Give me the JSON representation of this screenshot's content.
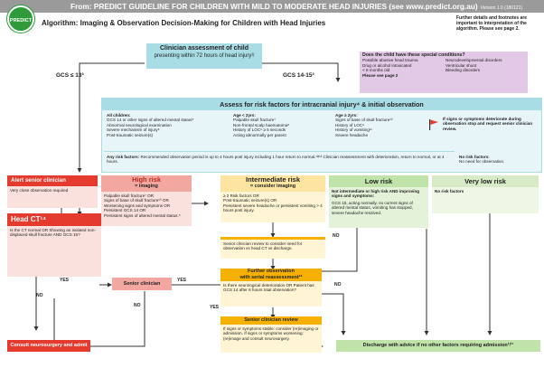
{
  "header": {
    "text": "From: PREDICT GUIDELINE FOR CHILDREN WITH MILD TO MODERATE HEAD INJURIES (see www.predict.org.au)",
    "version": "Version 1.0 (180121)"
  },
  "logo": {
    "text": "PREDICT"
  },
  "title": "Algorithm: Imaging & Observation Decision-Making for Children with Head Injuries",
  "note": "Further details and footnotes are important to interpretation of the algorithm. Please see page 2.",
  "clinician": {
    "l1": "Clinician assessment of child",
    "l2": "presenting within 72 hours of head injury¹ʲ"
  },
  "special": {
    "title": "Does the child have these special conditions?",
    "c1": [
      "Possible abusive head trauma",
      "Drug or alcohol intoxicated",
      "< 6 months old"
    ],
    "c2": [
      "Neurodevelopmental disorders",
      "Ventricular shunt",
      "Bleeding disorders"
    ],
    "see": "Please see page 2"
  },
  "gcs_low": "GCS ≤ 13³",
  "gcs_high": "GCS 14-15³",
  "assess": {
    "title": "Assess for risk factors for intracranial injury⁴ & initial observation",
    "all_title": "All children:",
    "all": [
      "GCS 14 or other signs of altered mental status⁵",
      "Abnormal neurological examination",
      "Severe mechanism of injury⁶",
      "Post-traumatic seizure(s)"
    ],
    "lt2_title": "Age < 2yrs:",
    "lt2": [
      "Palpable skull fracture⁷",
      "Non-frontal scalp haematoma⁸",
      "History of LOC⁹ ≥ 5 seconds",
      "Acting abnormally per parent"
    ],
    "ge2_title": "Age ≥ 2yrs:",
    "ge2": [
      "Signs of base of skull fracture¹⁰",
      "History of LOC⁹",
      "History of vomiting¹¹",
      "Severe headache"
    ],
    "flag": "If signs or symptoms deteriorate during observation stop and request senior clinician review.",
    "any_title": "Any risk factors:",
    "any": "Recommended observation period is up to 4 hours post injury including 1 hour return to normal.¹²ʲ¹³ Clinician reassessment with deterioration, return to normal, or at 4 hours.",
    "none_title": "No risk factors:",
    "none": "No need for observation."
  },
  "alert": {
    "title": "Alert senior clinician",
    "body": "Very close observation required"
  },
  "high": {
    "l1": "High risk",
    "l2": "= imaging",
    "items": [
      "Palpable skull fracture⁷ OR",
      "Signs of base of skull fracture¹⁰ OR",
      "Worsening signs and symptoms OR",
      "Persistent GCS 14 OR",
      "Persistent signs of altered mental status.⁵"
    ]
  },
  "inter": {
    "l1": "Intermediate risk",
    "l2": "= consider imaging",
    "items": [
      "≥ 2 Risk factors OR",
      "Post-traumatic seizure(s) OR",
      "Persistent severe headache or persistent vomiting > 4 hours post injury."
    ]
  },
  "low": {
    "l1": "Low risk",
    "b1": "Not intermediate or high risk AND improving signs and symptoms:",
    "b2": "GCS 15, acting normally, no current signs of altered mental status, vomiting has stopped, severe headache resolved."
  },
  "vlow": {
    "l1": "Very low risk",
    "b1": "No risk factors"
  },
  "headct": {
    "title": "Head CT¹⁴",
    "q": "Is the CT normal OR Showing an isolated non-displaced skull fracture AND GCS 15?"
  },
  "concern": "Senior clinician concerns?",
  "review1": "Senior clinician review to consider need for observation vs head CT vs discharge.",
  "further": {
    "l1": "Further observation",
    "l2": "with serial reassessment¹²",
    "q": "Is there neurological deterioration OR Patient has GCS 14 after 6 hours total observation?"
  },
  "review2": {
    "title": "Senior clinician review",
    "body": "If signs or symptoms stable: consider (re)imaging or admission. If signs or symptoms worsening: (re)image and consult neurosurgery."
  },
  "consult": "Consult neurosurgery and admit",
  "discharge": "Discharge with advice if no other factors requiring admission¹ʲ¹¹",
  "yes": "YES",
  "no": "NO",
  "colors": {
    "teal": "#a9dde6",
    "high": "#f2a8a0",
    "inter": "#fde4a1",
    "low": "#bfe3a9",
    "vlow": "#d7ecc6",
    "special": "#e2c9e5",
    "arrow": "#2e6d2f",
    "red": "#e53b2f",
    "orange": "#f5b000"
  }
}
